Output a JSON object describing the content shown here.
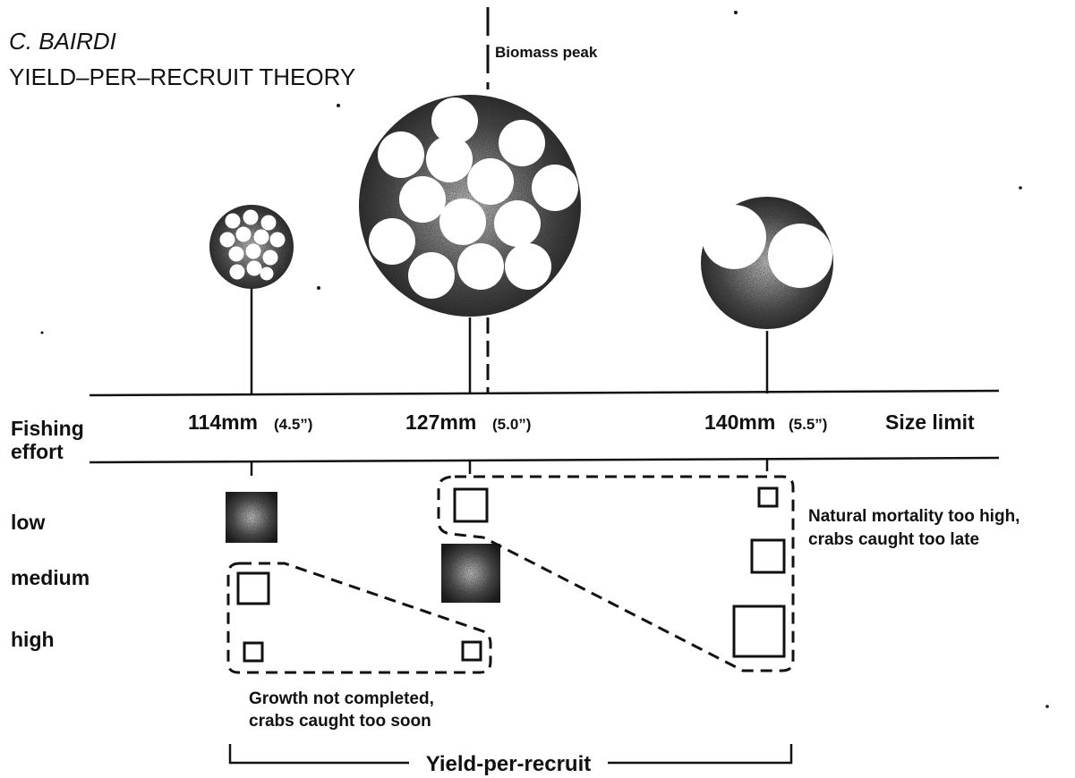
{
  "title": {
    "species": "C. BAIRDI",
    "theory": "YIELD–PER–RECRUIT THEORY"
  },
  "biomass_peak_label": "Biomass peak",
  "axis": {
    "fishing_effort": [
      "Fishing",
      "effort"
    ],
    "size_limit_label": "Size limit",
    "size_limits": [
      {
        "mm": "114mm",
        "inch": "(4.5”)"
      },
      {
        "mm": "127mm",
        "inch": "(5.0”)"
      },
      {
        "mm": "140mm",
        "inch": "(5.5”)"
      }
    ]
  },
  "effort_levels": [
    "low",
    "medium",
    "high"
  ],
  "annotations": {
    "growth_note": [
      "Growth not completed,",
      "crabs caught too soon"
    ],
    "mortality_note": [
      "Natural mortality too high,",
      "crabs caught too late"
    ],
    "yield_per_recruit": "Yield-per-recruit"
  },
  "colors": {
    "ink": "#111111",
    "stipple": "#5a5a5a",
    "paper": "#ffffff"
  }
}
